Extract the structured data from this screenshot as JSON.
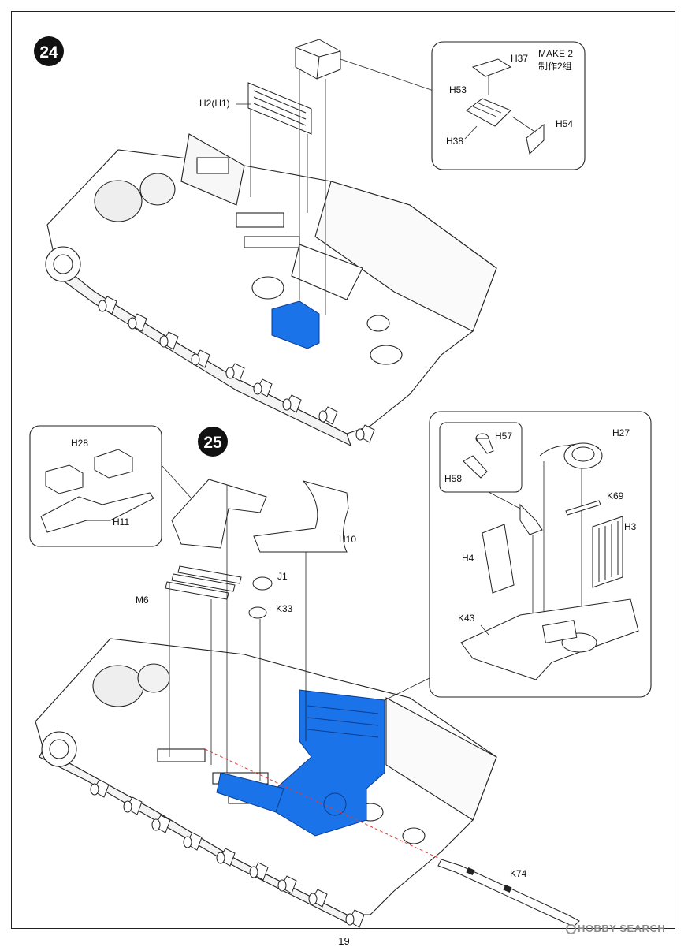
{
  "step24": {
    "number": "24",
    "labels": {
      "h2": "H2(H1)",
      "make2": "MAKE 2",
      "make2_cn": "制作2组",
      "h37": "H37",
      "h53": "H53",
      "h54": "H54",
      "h38": "H38"
    }
  },
  "step25": {
    "number": "25",
    "labels": {
      "h28": "H28",
      "h11": "H11",
      "h10": "H10",
      "j1": "J1",
      "k33": "K33",
      "m6": "M6",
      "h57": "H57",
      "h58": "H58",
      "h27": "H27",
      "k69": "K69",
      "h3": "H3",
      "h4": "H4",
      "k43": "K43",
      "k74": "K74"
    }
  },
  "footer": {
    "page_number": "19",
    "watermark": "HOBBY SEARCH"
  },
  "colors": {
    "highlight": "#1a73e8",
    "line": "#222222",
    "leader_red": "#e23b3b"
  }
}
